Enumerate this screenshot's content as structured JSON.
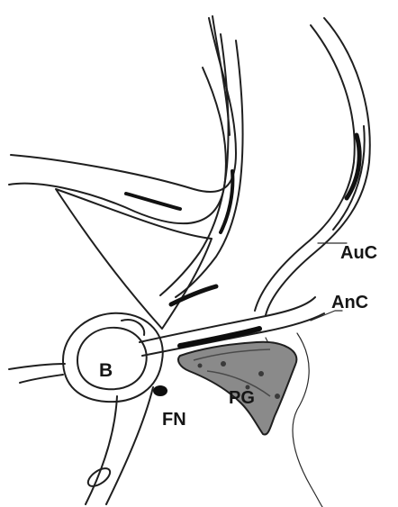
{
  "labels": {
    "bulla": "B",
    "facial_nerve": "FN",
    "parotid_gland": "PG",
    "auditory_canal": "AuC",
    "annular_cartilage": "AnC"
  },
  "colors": {
    "ink": "#1f1f1f",
    "shade": "#8a8a8a",
    "paper": "#ffffff"
  }
}
